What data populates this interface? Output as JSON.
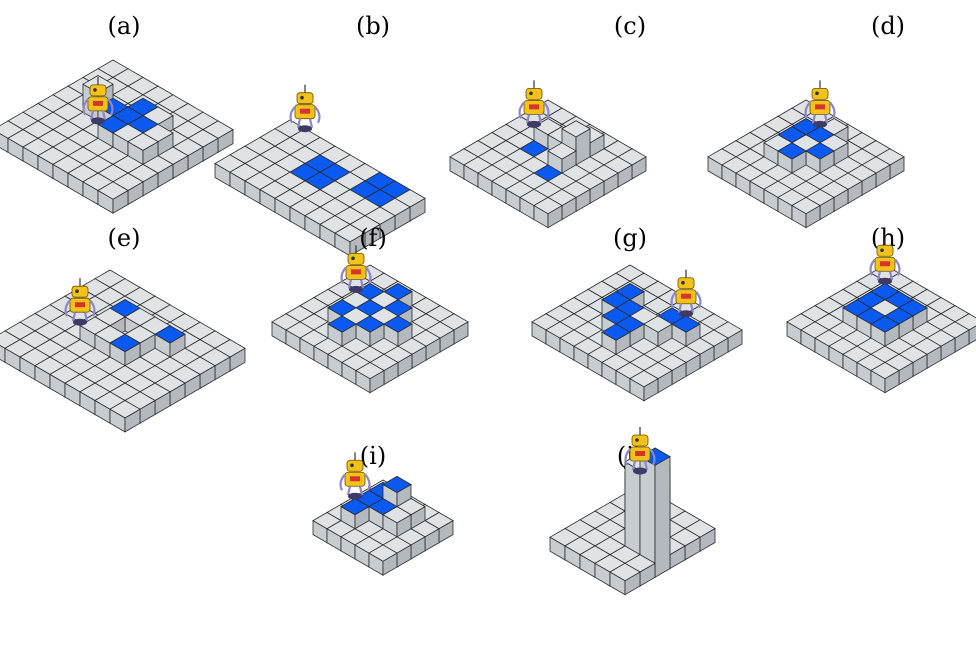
{
  "colors": {
    "tile_top": "#dfe3e6",
    "tile_left": "#c7ccd0",
    "tile_right": "#b3b9be",
    "goal": "#0a59f0",
    "edge": "#2b2b2b",
    "robot_body": "#f2c21a",
    "robot_limb": "#8e86c8",
    "robot_accent": "#d9342b"
  },
  "panels": [
    {
      "id": "a",
      "label": "(a)",
      "icon": "robot-icon",
      "grid": [
        8,
        8
      ],
      "tiles": [
        [
          2,
          4,
          1,
          1
        ],
        [
          3,
          4,
          1,
          1
        ],
        [
          4,
          4,
          1,
          1
        ],
        [
          2,
          5,
          1,
          0
        ],
        [
          3,
          5,
          1,
          1
        ],
        [
          4,
          5,
          1,
          0
        ],
        [
          3,
          3,
          1,
          1
        ],
        [
          3,
          6,
          1,
          0
        ],
        [
          4,
          6,
          1,
          0
        ],
        [
          3,
          2,
          2,
          0
        ]
      ],
      "robot": [
        4,
        3
      ]
    },
    {
      "id": "b",
      "label": "(b)",
      "icon": "robot-icon",
      "grid": [
        5,
        9
      ],
      "tiles": [
        [
          1,
          3,
          0,
          1
        ],
        [
          1,
          4,
          0,
          1
        ],
        [
          2,
          3,
          0,
          1
        ],
        [
          2,
          4,
          0,
          1
        ],
        [
          0,
          6,
          0,
          1
        ],
        [
          0,
          7,
          0,
          1
        ],
        [
          1,
          6,
          0,
          1
        ],
        [
          1,
          7,
          0,
          1
        ]
      ],
      "robot": [
        0,
        1
      ]
    },
    {
      "id": "c",
      "label": "(c)",
      "icon": "robot-icon",
      "grid": [
        7,
        7
      ],
      "tiles": [
        [
          2,
          2,
          1,
          0
        ],
        [
          2,
          3,
          1,
          0
        ],
        [
          2,
          4,
          2,
          0
        ],
        [
          3,
          4,
          1,
          0
        ],
        [
          4,
          4,
          0,
          1
        ],
        [
          1,
          4,
          1,
          0
        ],
        [
          3,
          2,
          0,
          1
        ]
      ],
      "robot": [
        2,
        1
      ]
    },
    {
      "id": "d",
      "label": "(d)",
      "icon": "robot-icon",
      "grid": [
        7,
        7
      ],
      "tiles": [
        [
          2,
          2,
          1,
          1
        ],
        [
          2,
          3,
          1,
          1
        ],
        [
          2,
          4,
          1,
          0
        ],
        [
          3,
          2,
          1,
          1
        ],
        [
          3,
          3,
          1,
          0
        ],
        [
          3,
          4,
          1,
          1
        ],
        [
          4,
          3,
          1,
          1
        ],
        [
          4,
          2,
          1,
          0
        ],
        [
          1,
          3,
          1,
          0
        ]
      ],
      "robot": [
        1,
        2
      ]
    },
    {
      "id": "e",
      "label": "(e)",
      "icon": "robot-icon",
      "grid": [
        8,
        9
      ],
      "tiles": [
        [
          2,
          3,
          1,
          1
        ],
        [
          3,
          3,
          1,
          0
        ],
        [
          4,
          3,
          1,
          0
        ],
        [
          2,
          4,
          1,
          0
        ],
        [
          2,
          5,
          1,
          0
        ],
        [
          2,
          6,
          1,
          1
        ],
        [
          4,
          5,
          1,
          1
        ],
        [
          3,
          5,
          1,
          0
        ],
        [
          4,
          4,
          1,
          0
        ]
      ],
      "robot": [
        4,
        2
      ]
    },
    {
      "id": "f",
      "label": "(f)",
      "icon": "robot-icon",
      "grid": [
        7,
        7
      ],
      "tiles": [
        [
          2,
          2,
          1,
          1
        ],
        [
          2,
          3,
          1,
          0
        ],
        [
          2,
          4,
          1,
          1
        ],
        [
          3,
          2,
          1,
          0
        ],
        [
          3,
          3,
          1,
          1
        ],
        [
          3,
          4,
          1,
          0
        ],
        [
          4,
          2,
          1,
          1
        ],
        [
          4,
          3,
          1,
          0
        ],
        [
          4,
          4,
          1,
          1
        ],
        [
          1,
          3,
          1,
          1
        ],
        [
          3,
          5,
          1,
          1
        ],
        [
          5,
          3,
          1,
          1
        ]
      ],
      "robot": [
        2,
        1
      ]
    },
    {
      "id": "g",
      "label": "(g)",
      "icon": "robot-icon",
      "grid": [
        7,
        8
      ],
      "tiles": [
        [
          2,
          2,
          1,
          1
        ],
        [
          3,
          2,
          1,
          1
        ],
        [
          3,
          3,
          1,
          1
        ],
        [
          4,
          3,
          1,
          1
        ],
        [
          4,
          4,
          1,
          1
        ],
        [
          5,
          4,
          1,
          1
        ],
        [
          2,
          5,
          1,
          1
        ],
        [
          2,
          6,
          1,
          1
        ],
        [
          3,
          5,
          1,
          0
        ],
        [
          3,
          4,
          1,
          0
        ]
      ],
      "robot": [
        1,
        5
      ]
    },
    {
      "id": "h",
      "label": "(h)",
      "icon": "robot-icon",
      "grid": [
        7,
        7
      ],
      "tiles": [
        [
          2,
          2,
          1,
          1
        ],
        [
          2,
          3,
          1,
          1
        ],
        [
          2,
          4,
          1,
          1
        ],
        [
          3,
          2,
          1,
          1
        ],
        [
          3,
          3,
          1,
          0
        ],
        [
          3,
          4,
          1,
          1
        ],
        [
          4,
          2,
          1,
          1
        ],
        [
          4,
          3,
          1,
          1
        ],
        [
          4,
          4,
          1,
          1
        ]
      ],
      "robot": [
        1,
        1
      ]
    },
    {
      "id": "i",
      "label": "(i)",
      "icon": "robot-icon",
      "grid": [
        5,
        5
      ],
      "tiles": [
        [
          1,
          1,
          1,
          1
        ],
        [
          1,
          2,
          2,
          1
        ],
        [
          2,
          1,
          1,
          1
        ],
        [
          2,
          2,
          1,
          1
        ],
        [
          3,
          1,
          1,
          1
        ],
        [
          1,
          3,
          1,
          0
        ],
        [
          2,
          3,
          1,
          0
        ]
      ],
      "robot": [
        2,
        0
      ]
    },
    {
      "id": "j",
      "label": "(j)",
      "icon": "robot-icon",
      "grid": [
        6,
        5
      ],
      "tiles": [
        [
          0,
          1,
          1,
          1
        ],
        [
          1,
          1,
          2,
          0
        ],
        [
          1,
          2,
          3,
          1
        ],
        [
          2,
          2,
          4,
          0
        ],
        [
          2,
          3,
          5,
          1
        ],
        [
          3,
          3,
          6,
          0
        ],
        [
          3,
          4,
          7,
          1
        ],
        [
          0,
          0,
          1,
          0
        ]
      ],
      "robot": [
        0,
        0
      ]
    }
  ]
}
